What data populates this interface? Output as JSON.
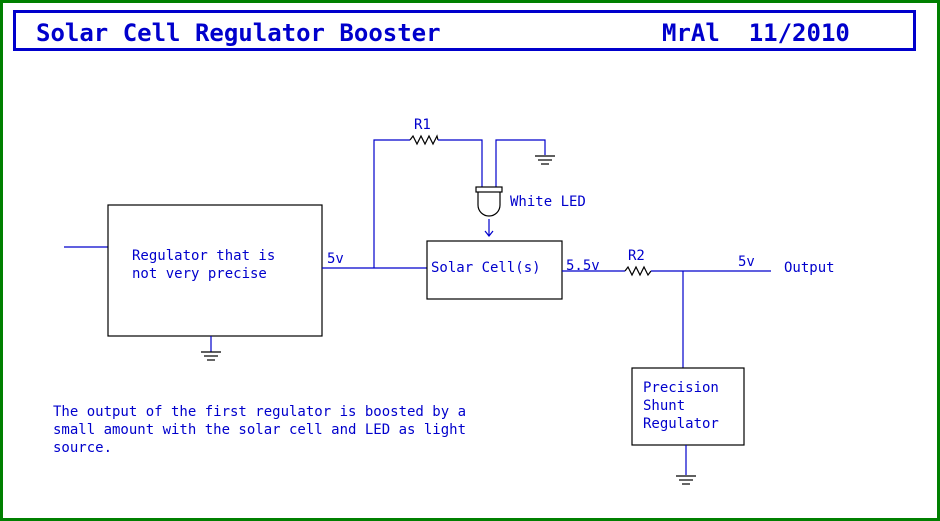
{
  "title": {
    "main": "Solar Cell Regulator Booster",
    "author_date": "MrAl  11/2010"
  },
  "components": {
    "regulator": {
      "line1": "Regulator that is",
      "line2": "not very precise"
    },
    "solar_cell": "Solar Cell(s)",
    "r1": "R1",
    "r2": "R2",
    "led": "White LED",
    "shunt": {
      "line1": "Precision",
      "line2": "Shunt",
      "line3": "Regulator"
    }
  },
  "labels": {
    "v_reg_out": "5v",
    "v_solar_out": "5.5v",
    "v_output": "5v",
    "output": "Output"
  },
  "description": {
    "line1": "The output of the first regulator is boosted by a",
    "line2": "small amount with the solar cell and LED as light",
    "line3": "source."
  },
  "colors": {
    "frame": "#008000",
    "ink": "#0000cc",
    "component": "#000000"
  }
}
